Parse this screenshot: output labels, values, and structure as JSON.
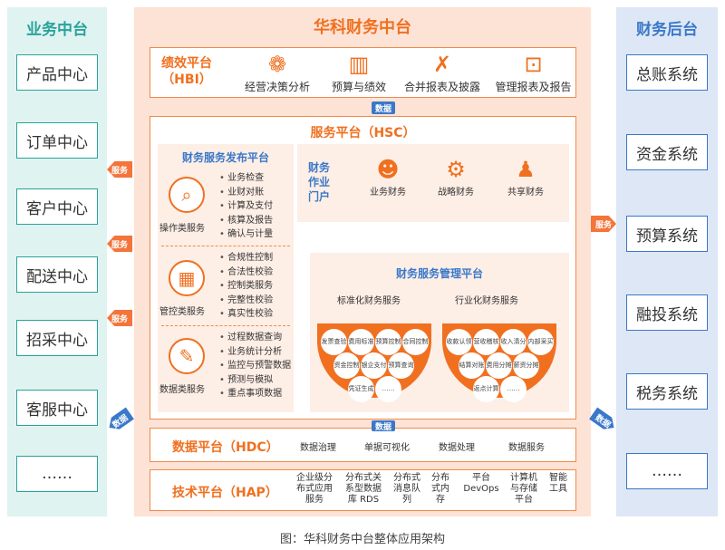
{
  "left": {
    "title": "业务中台",
    "items": [
      "产品中心",
      "订单中心",
      "客户中心",
      "配送中心",
      "招采中心",
      "客服中心",
      "……"
    ]
  },
  "right": {
    "title": "财务后台",
    "items": [
      "总账系统",
      "资金系统",
      "预算系统",
      "融投系统",
      "税务系统",
      "……"
    ]
  },
  "center": {
    "title": "华科财务中台",
    "hbi": {
      "title": "绩效平台",
      "sub": "（HBI）",
      "items": [
        "经营决策分析",
        "预算与绩效",
        "合并报表及披露",
        "管理报表及报告"
      ]
    },
    "hsc": {
      "title": "服务平台（HSC）",
      "publish": {
        "title": "财务服务发布平台",
        "groups": [
          {
            "label": "操作类服务",
            "items": [
              "业务检查",
              "业财对账",
              "计算及支付",
              "核算及报告",
              "确认与计量"
            ]
          },
          {
            "label": "管控类服务",
            "items": [
              "合规性控制",
              "合法性校验",
              "控制类服务",
              "完整性校验",
              "真实性校验"
            ]
          },
          {
            "label": "数据类服务",
            "items": [
              "过程数据查询",
              "业务统计分析",
              "监控与预警数据",
              "预测与模拟",
              "重点事项数据"
            ]
          }
        ]
      },
      "portal": {
        "title": "财务作业门户",
        "items": [
          "业务财务",
          "战略财务",
          "共享财务"
        ]
      },
      "mgmt": {
        "title": "财务服务管理平台",
        "std": {
          "title": "标准化财务服务",
          "items": [
            "发票查验",
            "费用标准",
            "预算控制",
            "合同控制",
            "资金控制",
            "银企支付",
            "预算查询",
            "凭证生成",
            "……"
          ]
        },
        "ind": {
          "title": "行业化财务服务",
          "items": [
            "收款认领",
            "营收稽核",
            "收入清分",
            "内部采买",
            "结算对账",
            "费用分摊",
            "薪资分摊",
            "返点计算",
            "……"
          ]
        }
      }
    },
    "hdc": {
      "title": "数据平台（HDC）",
      "items": [
        "数据治理",
        "单据可视化",
        "数据处理",
        "数据服务"
      ]
    },
    "hap": {
      "title": "技术平台（HAP）",
      "items": [
        "企业级分布式应用服务",
        "分布式关系型数据库 RDS",
        "分布式消息队列",
        "分布式内存",
        "平台DevOps",
        "计算机与存储平台",
        "智能工具"
      ]
    }
  },
  "arrows": {
    "service": "服务",
    "data": "数据"
  },
  "caption": "图：华科财务中台整体应用架构"
}
